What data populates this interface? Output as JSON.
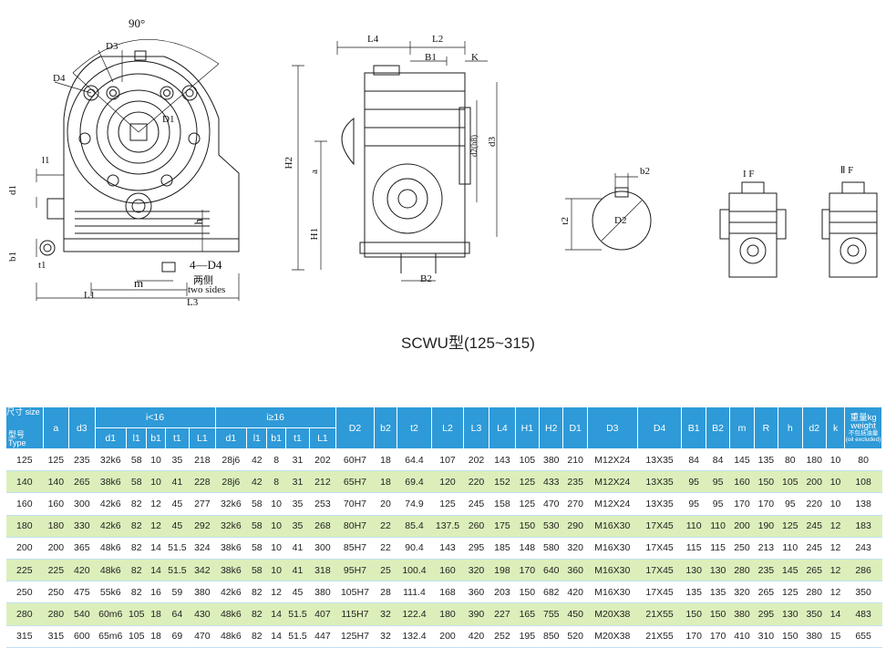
{
  "drawing_labels": {
    "angle": "90°",
    "D3": "D3",
    "D4": "D4",
    "D1": "D1",
    "l1": "l1",
    "d1": "d1",
    "b1": "b1",
    "t1": "t1",
    "h": "h",
    "m": "m",
    "L1": "L1",
    "L3": "L3",
    "D4_count": "4—D4",
    "two_sides_cn": "两侧",
    "two_sides_en": "two sides",
    "L4": "L4",
    "L2": "L2",
    "B1": "B1",
    "K": "K",
    "H2": "H2",
    "a": "a",
    "H1": "H1",
    "d2": "d2(h8)",
    "d3": "d3",
    "B2": "B2",
    "b2": "b2",
    "t2": "t2",
    "D2": "D2",
    "IF": "I F",
    "IIF": "Ⅱ F"
  },
  "caption": "SCWU型(125~315)",
  "table": {
    "corner_size": "尺寸 size",
    "corner_type": "型号 Type",
    "group_lt16": "i<16",
    "group_ge16": "i≥16",
    "weight_label": "重量kg weight",
    "weight_note": "不包括油量 (oil excluded)",
    "top_headers": [
      "a",
      "d3",
      "D2",
      "b2",
      "t2",
      "L2",
      "L3",
      "L4",
      "H1",
      "H2",
      "D1",
      "D3",
      "D4",
      "B1",
      "B2",
      "m",
      "R",
      "h",
      "d2",
      "k"
    ],
    "sub_headers_lt16": [
      "d1",
      "l1",
      "b1",
      "t1",
      "L1"
    ],
    "sub_headers_ge16": [
      "d1",
      "l1",
      "b1",
      "t1",
      "L1"
    ],
    "rows": [
      [
        "125",
        "125",
        "235",
        "32k6",
        "58",
        "10",
        "35",
        "218",
        "28j6",
        "42",
        "8",
        "31",
        "202",
        "60H7",
        "18",
        "64.4",
        "107",
        "202",
        "143",
        "105",
        "380",
        "210",
        "M12X24",
        "13X35",
        "84",
        "84",
        "145",
        "135",
        "80",
        "180",
        "10",
        "80"
      ],
      [
        "140",
        "140",
        "265",
        "38k6",
        "58",
        "10",
        "41",
        "228",
        "28j6",
        "42",
        "8",
        "31",
        "212",
        "65H7",
        "18",
        "69.4",
        "120",
        "220",
        "152",
        "125",
        "433",
        "235",
        "M12X24",
        "13X35",
        "95",
        "95",
        "160",
        "150",
        "105",
        "200",
        "10",
        "108"
      ],
      [
        "160",
        "160",
        "300",
        "42k6",
        "82",
        "12",
        "45",
        "277",
        "32k6",
        "58",
        "10",
        "35",
        "253",
        "70H7",
        "20",
        "74.9",
        "125",
        "245",
        "158",
        "125",
        "470",
        "270",
        "M12X24",
        "13X35",
        "95",
        "95",
        "170",
        "170",
        "95",
        "220",
        "10",
        "138"
      ],
      [
        "180",
        "180",
        "330",
        "42k6",
        "82",
        "12",
        "45",
        "292",
        "32k6",
        "58",
        "10",
        "35",
        "268",
        "80H7",
        "22",
        "85.4",
        "137.5",
        "260",
        "175",
        "150",
        "530",
        "290",
        "M16X30",
        "17X45",
        "110",
        "110",
        "200",
        "190",
        "125",
        "245",
        "12",
        "183"
      ],
      [
        "200",
        "200",
        "365",
        "48k6",
        "82",
        "14",
        "51.5",
        "324",
        "38k6",
        "58",
        "10",
        "41",
        "300",
        "85H7",
        "22",
        "90.4",
        "143",
        "295",
        "185",
        "148",
        "580",
        "320",
        "M16X30",
        "17X45",
        "115",
        "115",
        "250",
        "213",
        "110",
        "245",
        "12",
        "243"
      ],
      [
        "225",
        "225",
        "420",
        "48k6",
        "82",
        "14",
        "51.5",
        "342",
        "38k6",
        "58",
        "10",
        "41",
        "318",
        "95H7",
        "25",
        "100.4",
        "160",
        "320",
        "198",
        "170",
        "640",
        "360",
        "M16X30",
        "17X45",
        "130",
        "130",
        "280",
        "235",
        "145",
        "265",
        "12",
        "286"
      ],
      [
        "250",
        "250",
        "475",
        "55k6",
        "82",
        "16",
        "59",
        "380",
        "42k6",
        "82",
        "12",
        "45",
        "380",
        "105H7",
        "28",
        "111.4",
        "168",
        "360",
        "203",
        "150",
        "682",
        "420",
        "M16X30",
        "17X45",
        "135",
        "135",
        "320",
        "265",
        "125",
        "280",
        "12",
        "350"
      ],
      [
        "280",
        "280",
        "540",
        "60m6",
        "105",
        "18",
        "64",
        "430",
        "48k6",
        "82",
        "14",
        "51.5",
        "407",
        "115H7",
        "32",
        "122.4",
        "180",
        "390",
        "227",
        "165",
        "755",
        "450",
        "M20X38",
        "21X55",
        "150",
        "150",
        "380",
        "295",
        "130",
        "350",
        "14",
        "483"
      ],
      [
        "315",
        "315",
        "600",
        "65m6",
        "105",
        "18",
        "69",
        "470",
        "48k6",
        "82",
        "14",
        "51.5",
        "447",
        "125H7",
        "32",
        "132.4",
        "200",
        "420",
        "252",
        "195",
        "850",
        "520",
        "M20X38",
        "21X55",
        "170",
        "170",
        "410",
        "310",
        "150",
        "380",
        "15",
        "655"
      ]
    ]
  }
}
